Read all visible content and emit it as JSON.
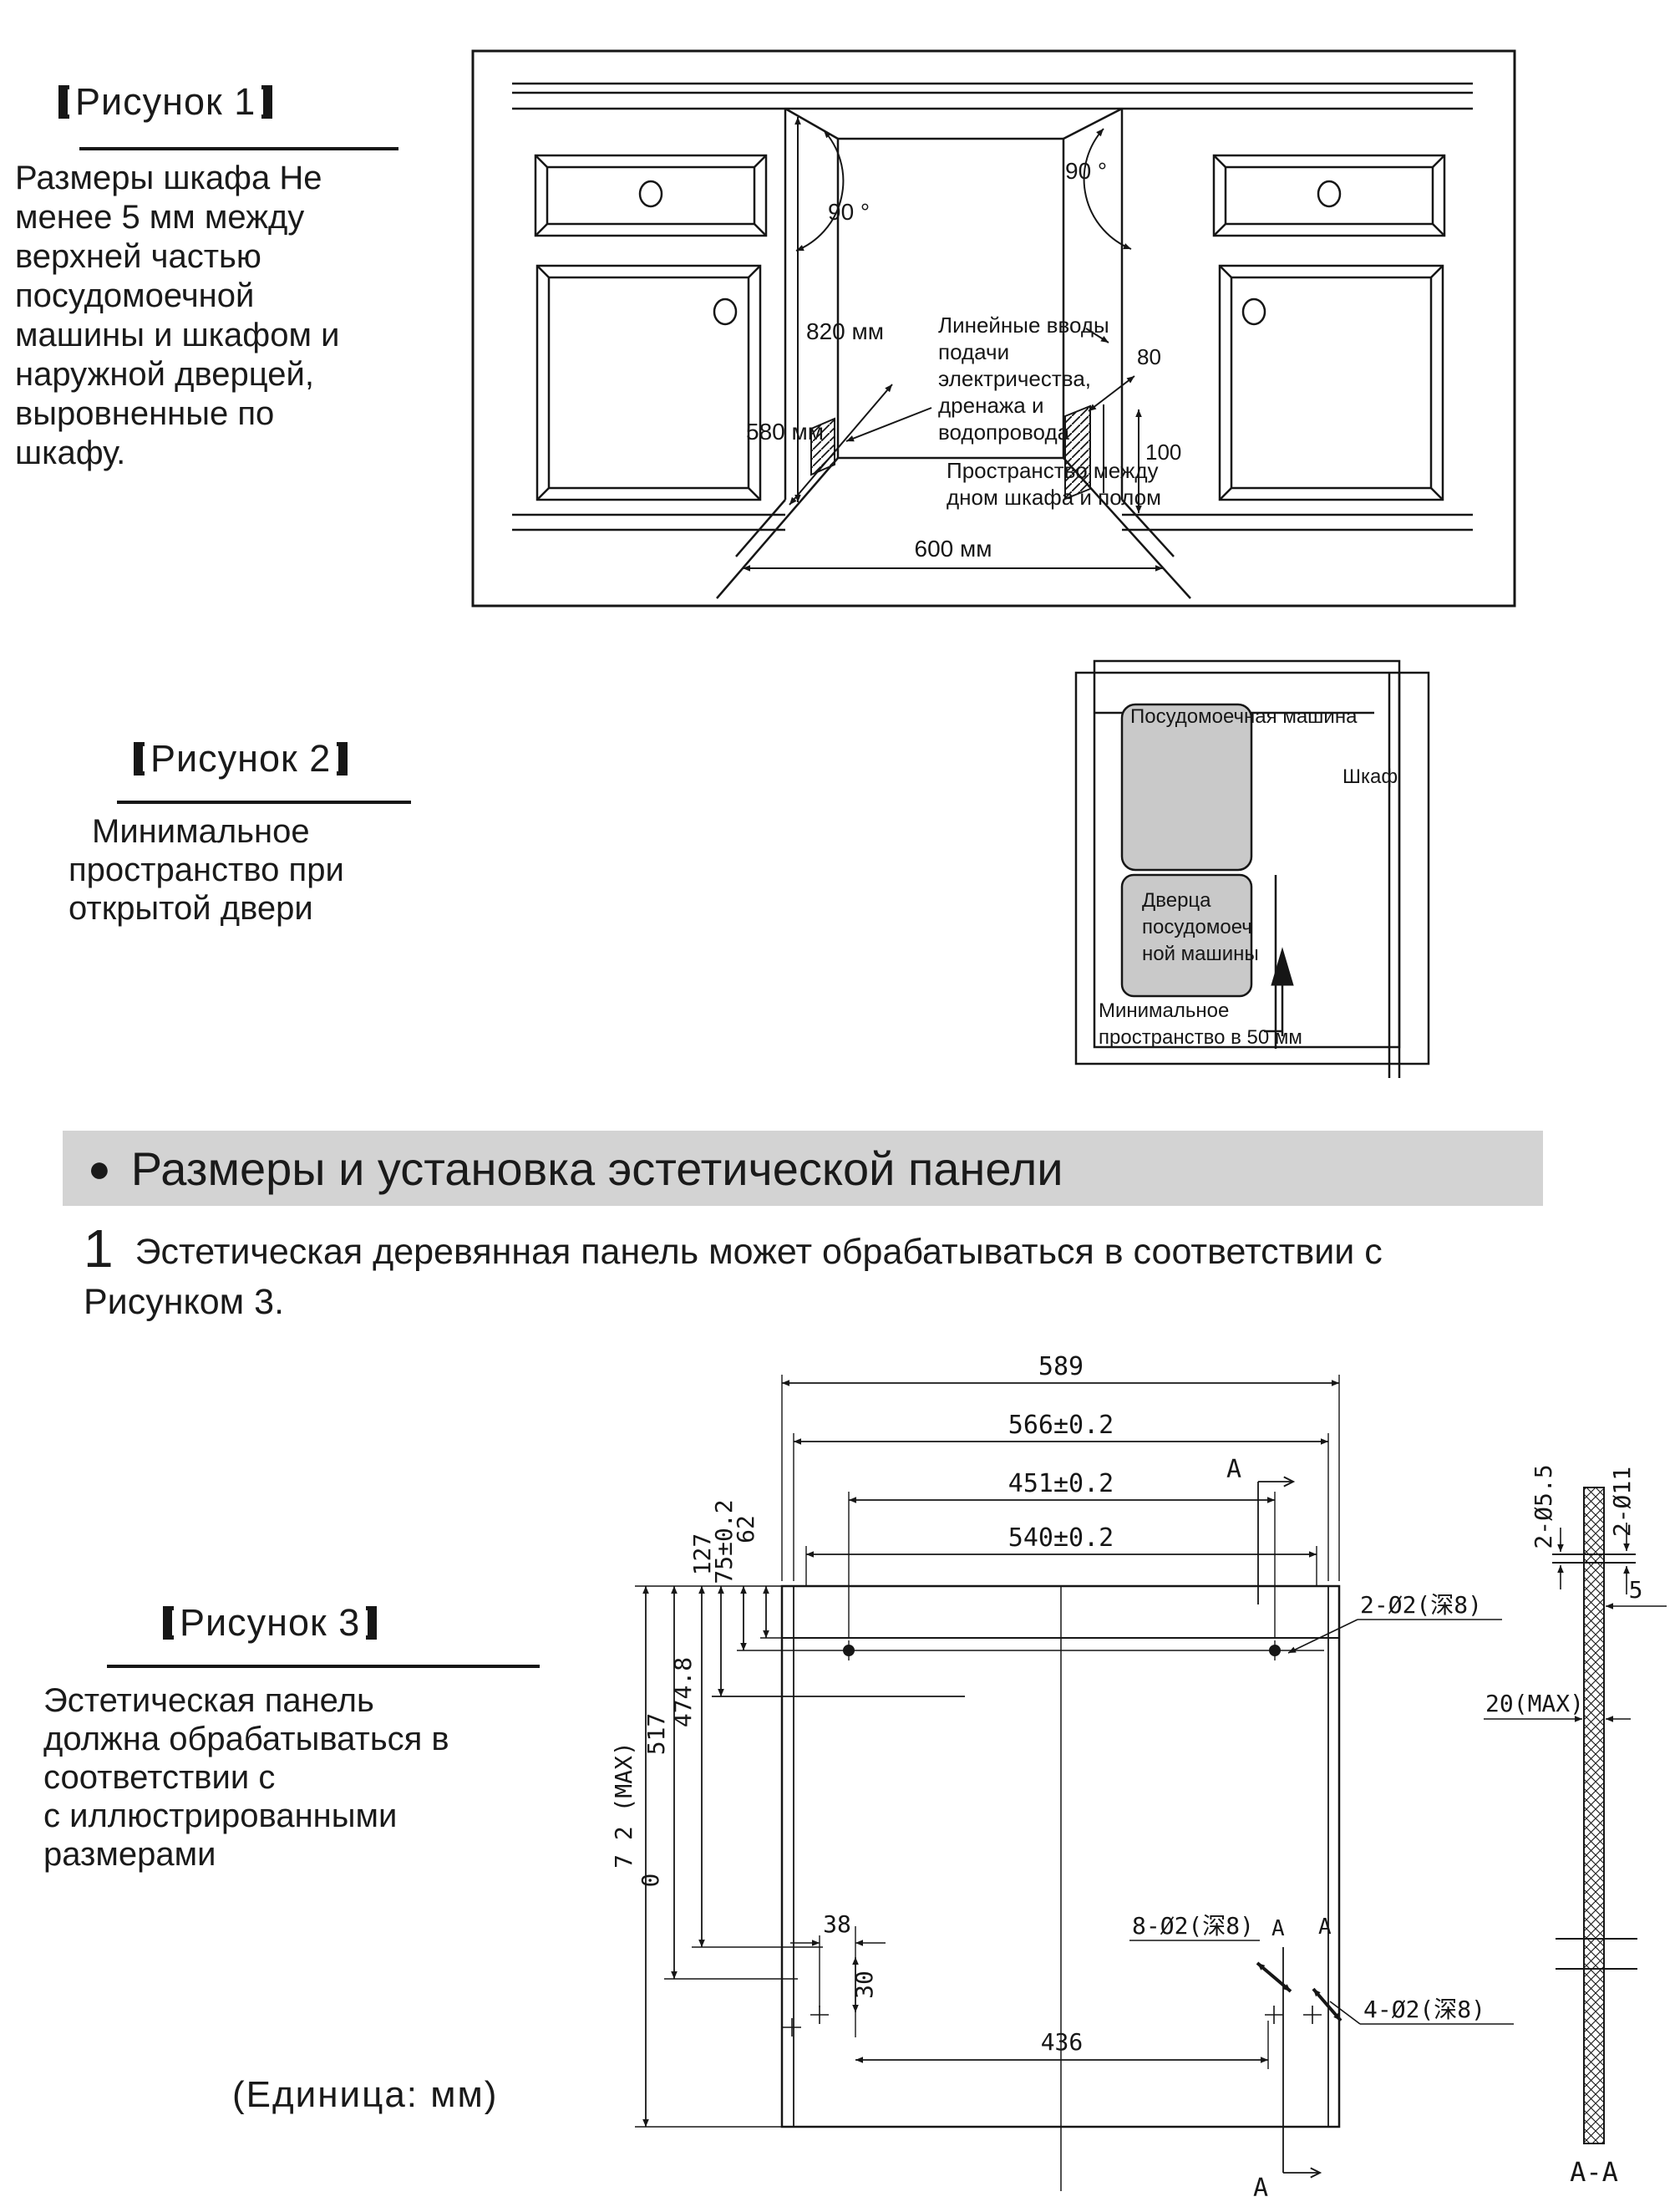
{
  "figure1": {
    "title_full": "【Рисунок 1】",
    "title_text": "Рисунок 1",
    "description_lines": [
      "Размеры шкафа Не",
      "менее 5 мм между",
      "верхней частью",
      "посудомоечной",
      "машины и шкафом и",
      "наружной дверцей,",
      "выровненные по",
      "шкафу."
    ],
    "labels": {
      "angle_left": "90 °",
      "angle_right": "90 °",
      "height": "820 мм",
      "depth": "580 мм",
      "dim_80": "80",
      "dim_100": "100",
      "width_bottom": "600 мм",
      "inlets_lines": [
        "Линейные вводы",
        "подачи",
        "электричества,",
        "дренажа и",
        "водопровода"
      ],
      "floor_gap_lines": [
        "Пространство между",
        "дном шкафа и полом"
      ]
    }
  },
  "figure2": {
    "title_full": "【Рисунок 2】",
    "title_text": "Рисунок 2",
    "description_lines": [
      "Минимальное",
      "пространство при",
      "открытой двери"
    ],
    "labels": {
      "dishwasher": "Посудомоечная машина",
      "cabinet": "Шкаф",
      "door_lines": [
        "Дверца",
        "посудомоеч",
        "ной машины"
      ],
      "min_space_lines": [
        "Минимальное",
        "пространство в 50 мм"
      ]
    }
  },
  "section_header": {
    "bullet": "●",
    "title": "Размеры и установка эстетической панели"
  },
  "step1": {
    "number": "1",
    "line1": "Эстетическая деревянная панель может обрабатываться в соответствии с",
    "line2": "Рисунком 3."
  },
  "figure3": {
    "title_full": "【Рисунок 3】",
    "title_text": "Рисунок 3",
    "description_lines": [
      "Эстетическая панель",
      "должна обрабатываться в",
      "соответствии с",
      "с иллюстрированными",
      "размерами"
    ],
    "unit_note": "(Единица: мм)",
    "dims": {
      "w589": "589",
      "w566": "566±0.2",
      "w451": "451±0.2",
      "w540": "540±0.2",
      "h72max": "7 2 (MAX)",
      "h0": "0",
      "h517": "517",
      "h474": "474.8",
      "h127": "127",
      "h75": "75±0.2",
      "h62": "62",
      "d38": "38",
      "d30": "30",
      "d436": "436",
      "holes2": "2-Ø2(深8)",
      "holes8": "8-Ø2(深8)",
      "holes4": "4-Ø2(深8)",
      "dia55": "2-Ø5.5",
      "dia11": "2-Ø11",
      "d5": "5",
      "d20max": "20(MAX)",
      "section_aa": "A-A",
      "a": "A"
    }
  }
}
